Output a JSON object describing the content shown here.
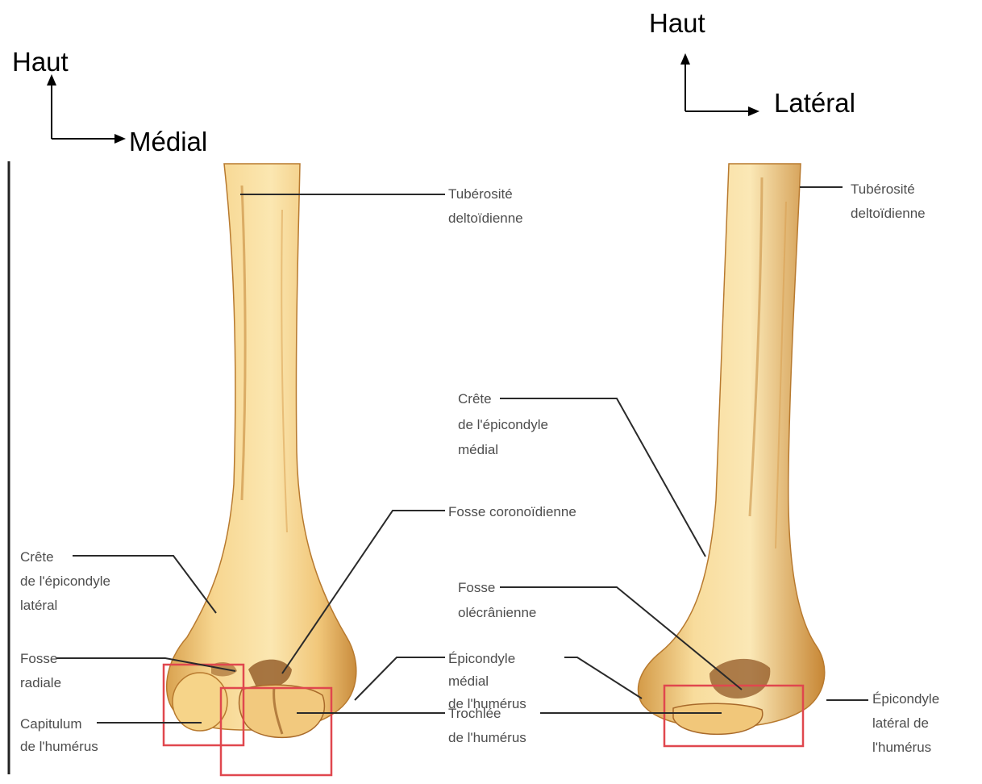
{
  "orientation": {
    "left": {
      "up": "Haut",
      "side": "Médial"
    },
    "right": {
      "up": "Haut",
      "side": "Latéral"
    }
  },
  "labels": {
    "tuberosite_left": [
      "Tubérosité",
      "deltoïdienne"
    ],
    "tuberosite_right": [
      "Tubérosité",
      "deltoïdienne"
    ],
    "crete_medial": [
      "Crête",
      "de l'épicondyle",
      "médial"
    ],
    "fosse_coronoidienne": [
      "Fosse coronoïdienne"
    ],
    "crete_lateral": [
      "Crête",
      "de l'épicondyle",
      "latéral"
    ],
    "fosse_olecranienne": [
      "Fosse",
      "olécrânienne"
    ],
    "fosse_radiale": [
      "Fosse",
      "radiale"
    ],
    "epicondyle_medial": [
      "Épicondyle",
      "médial",
      "de l'humérus"
    ],
    "epicondyle_lateral": [
      "Épicondyle",
      "latéral de",
      "l'humérus"
    ],
    "capitulum": [
      "Capitulum",
      "de l'humérus"
    ],
    "trochlee": [
      "Trochlée",
      "de l'humérus"
    ]
  },
  "colors": {
    "bone_light": "#fbe6a8",
    "bone_mid": "#f0c36a",
    "bone_dark": "#c98a36",
    "bone_shadow": "#8a4f1c",
    "highlight_box": "#e0474e"
  }
}
